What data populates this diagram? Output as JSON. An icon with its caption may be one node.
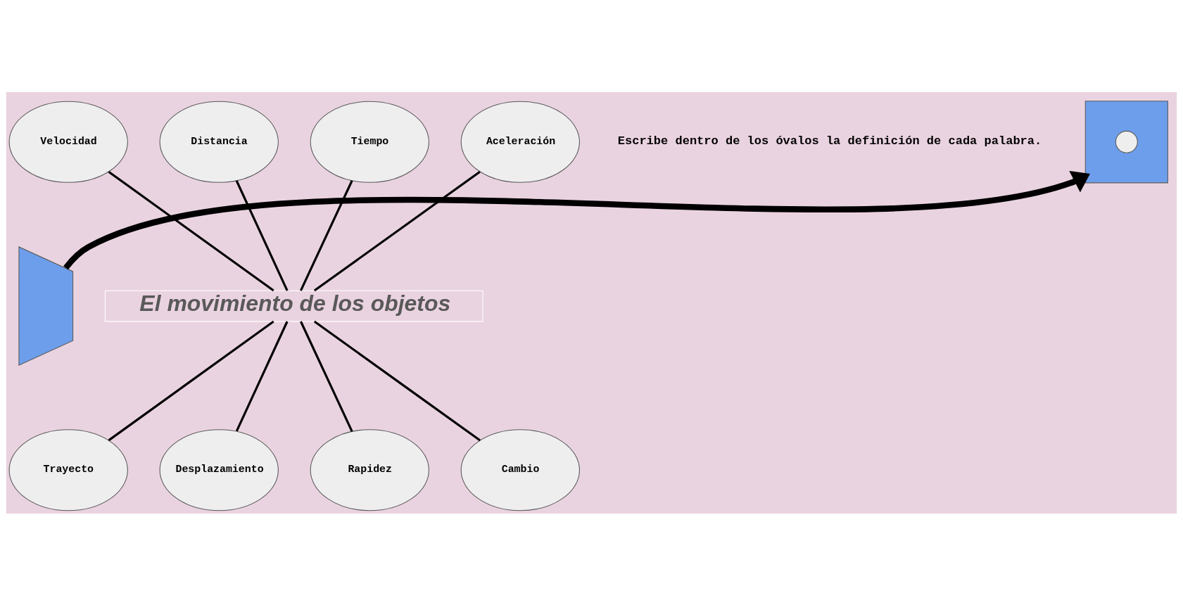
{
  "diagram": {
    "nodes": [
      {
        "text": [
          "Velocidad"
        ]
      },
      {
        "text": [
          "Distancia"
        ]
      },
      {
        "text": [
          "Tiempo"
        ]
      },
      {
        "text": [
          "Aceleración"
        ]
      },
      {
        "text": [],
        "shape": "trapezoid"
      },
      {
        "text": [
          "El movimiento de los objetos"
        ]
      },
      {
        "text": [],
        "shape": "triangle"
      },
      {
        "text": [],
        "shape": "circle",
        "in": 6
      },
      {
        "text": [
          "Trayecto"
        ]
      },
      {
        "text": [
          "Desplazamiento"
        ]
      },
      {
        "text": [
          "Rapidez"
        ]
      },
      {
        "text": [
          "Cambio"
        ]
      }
    ],
    "edges": [
      {
        "from": 0,
        "to": 5,
        "arrow": "none"
      },
      {
        "from": 1,
        "to": 5,
        "arrow": "none"
      },
      {
        "from": 2,
        "to": 5,
        "arrow": "none"
      },
      {
        "from": 3,
        "to": 5,
        "arrow": "none"
      },
      {
        "from": 5,
        "to": 8,
        "arrow": "none"
      },
      {
        "from": 5,
        "to": 9,
        "arrow": "none"
      },
      {
        "from": 5,
        "to": 10,
        "arrow": "none"
      },
      {
        "from": 5,
        "to": 11,
        "arrow": "none"
      },
      {
        "from": 4,
        "to": 6,
        "arrow": "to",
        "style": "thick"
      }
    ],
    "labels": [
      "Escribe dentro de los óvalos la definición de cada palabra."
    ]
  }
}
